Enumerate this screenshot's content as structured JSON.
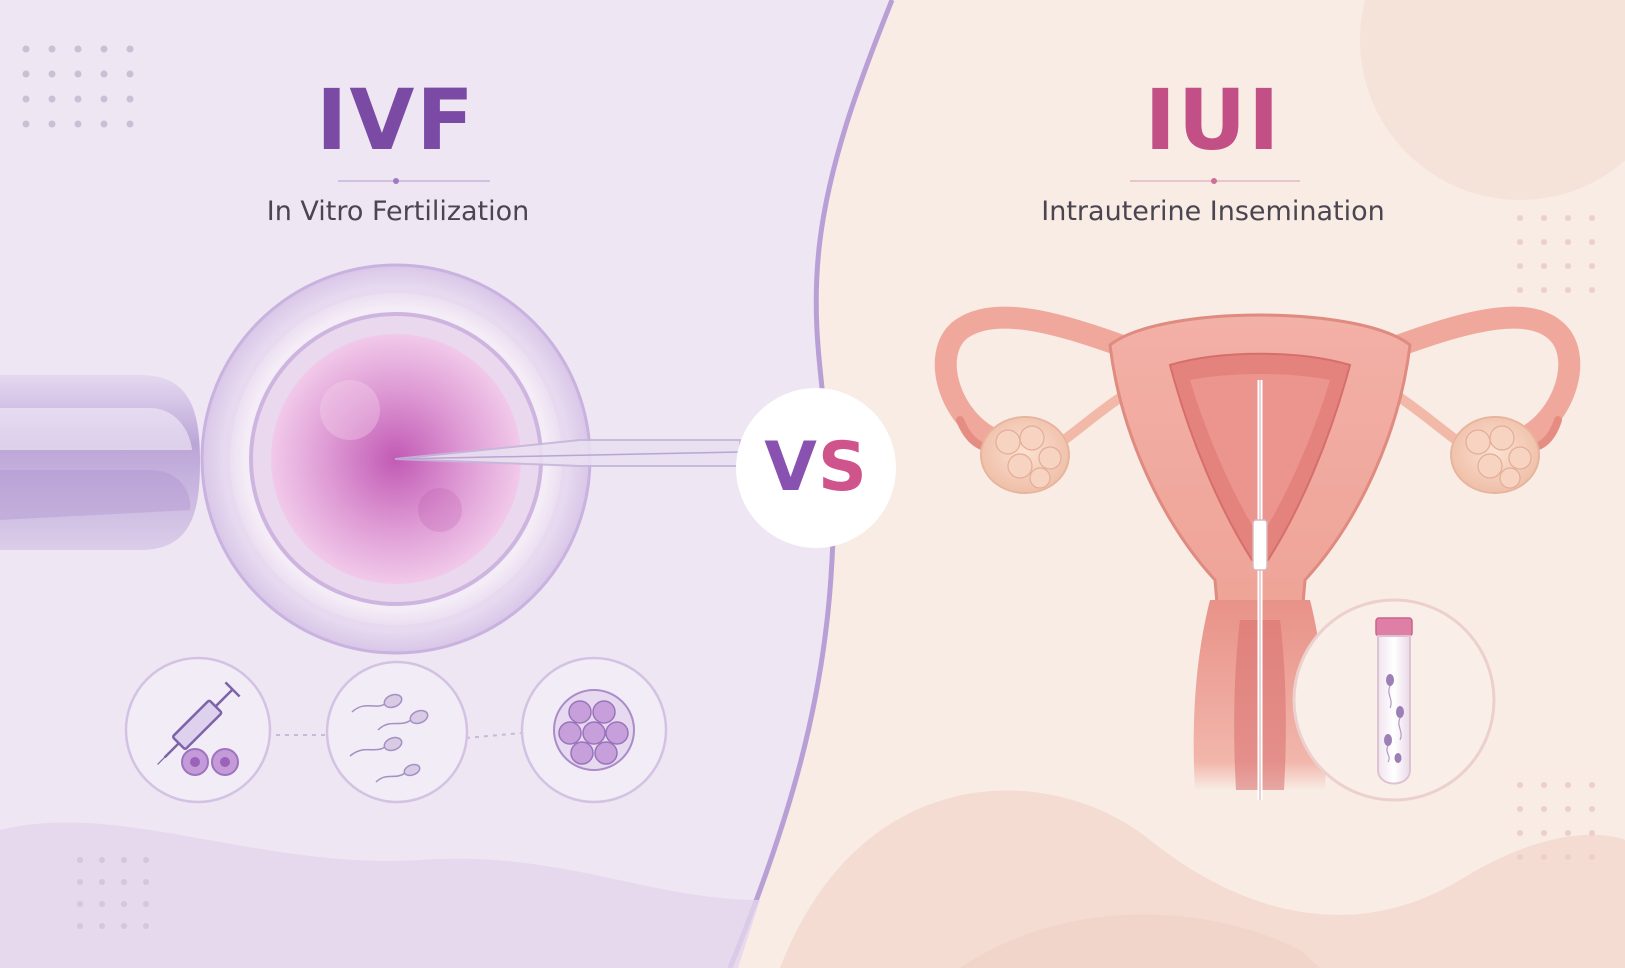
{
  "left_panel": {
    "title": "IVF",
    "subtitle": "In Vitro Fertilization",
    "title_color": "#7a4aa5",
    "background_color": "#eee6f2"
  },
  "right_panel": {
    "title": "IUI",
    "subtitle": "Intrauterine Insemination",
    "title_color": "#c24f86",
    "background_color": "#f8ece4"
  },
  "badge": {
    "label_left": "V",
    "label_right": "S",
    "color_left": "#8a52b0",
    "color_right": "#d0548c"
  },
  "icons": {
    "left_steps": [
      "syringe-eggs-icon",
      "sperm-icon",
      "embryo-icon"
    ],
    "left_main": "egg-icsi-illustration",
    "right_main": "uterus-illustration",
    "right_sample": "sperm-test-tube-icon"
  }
}
